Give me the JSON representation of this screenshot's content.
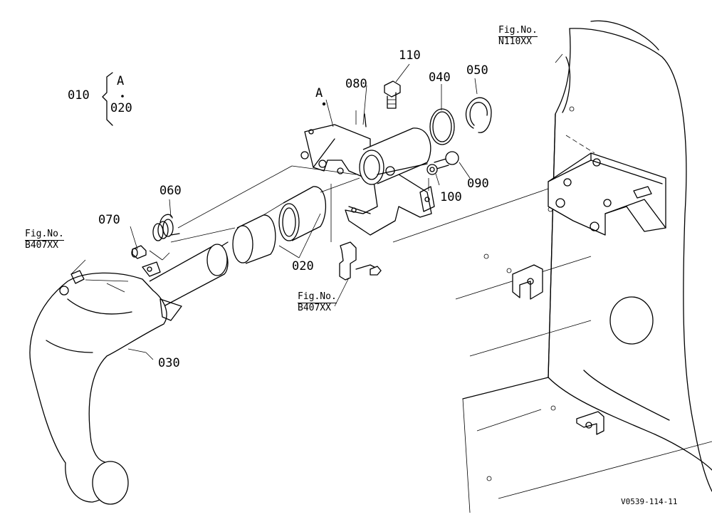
{
  "parts": [
    {
      "id": "p010",
      "label": "010"
    },
    {
      "id": "p020",
      "label": "020"
    },
    {
      "id": "p020b",
      "label": "020"
    },
    {
      "id": "p030",
      "label": "030"
    },
    {
      "id": "p040",
      "label": "040"
    },
    {
      "id": "p050",
      "label": "050"
    },
    {
      "id": "p060",
      "label": "060"
    },
    {
      "id": "p070",
      "label": "070"
    },
    {
      "id": "p080",
      "label": "080"
    },
    {
      "id": "p090",
      "label": "090"
    },
    {
      "id": "p100",
      "label": "100"
    },
    {
      "id": "p110",
      "label": "110"
    }
  ],
  "assembly": {
    "marker": "A"
  },
  "fig_refs": [
    {
      "caption": "Fig.No.",
      "number": "N110XX"
    },
    {
      "caption": "Fig.No.",
      "number": "B407XX"
    },
    {
      "caption": "Fig.No.",
      "number": "B407XX"
    }
  ],
  "drawing_code": "V0539-114-11"
}
